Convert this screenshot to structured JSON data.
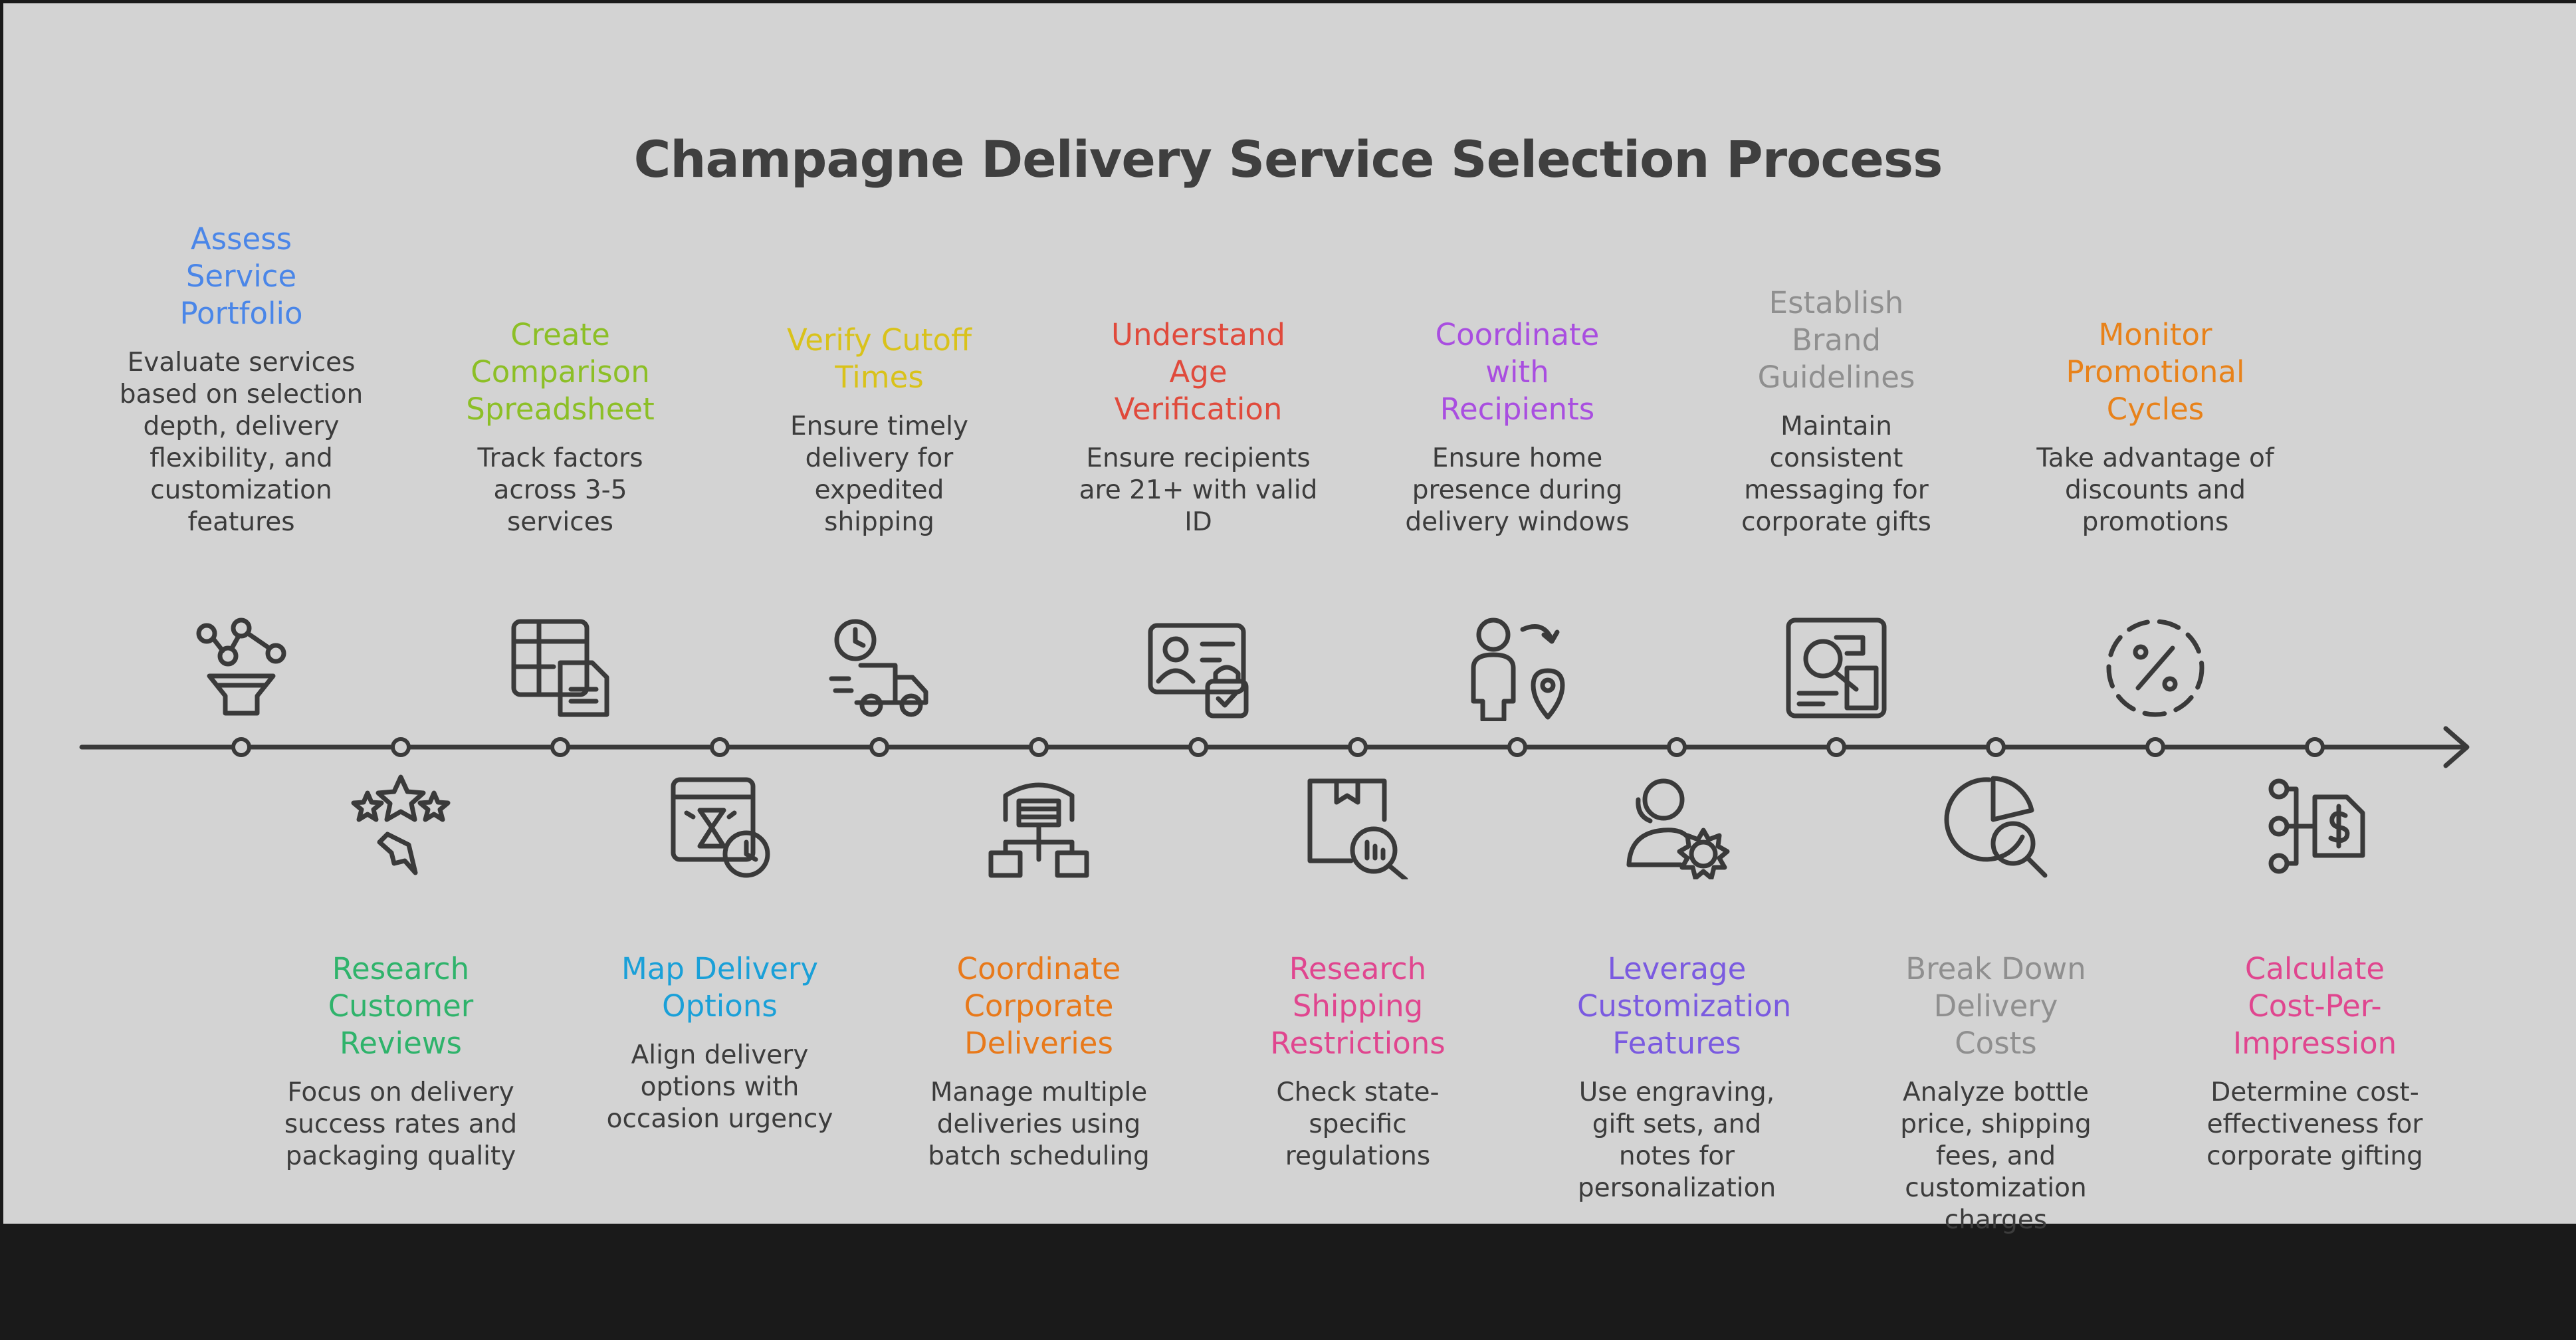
{
  "title": "Champagne Delivery Service Selection Process",
  "steps": [
    {
      "title": "Assess Service Portfolio",
      "description": "Evaluate services based on selection depth, delivery flexibility, and customization features",
      "color": "#4a86e8",
      "icon": "network-funnel-icon",
      "position": "top"
    },
    {
      "title": "Research Customer Reviews",
      "description": "Focus on delivery success rates and packaging quality",
      "color": "#2fb36b",
      "icon": "stars-review-icon",
      "position": "bottom"
    },
    {
      "title": "Create Comparison Spreadsheet",
      "description": "Track factors across 3-5 services",
      "color": "#8cbf26",
      "icon": "spreadsheet-icon",
      "position": "top"
    },
    {
      "title": "Map Delivery Options",
      "description": "Align delivery options with occasion urgency",
      "color": "#1aa0d8",
      "icon": "hourglass-clock-icon",
      "position": "bottom"
    },
    {
      "title": "Verify Cutoff Times",
      "description": "Ensure timely delivery for expedited shipping",
      "color": "#d9c21a",
      "icon": "delivery-truck-clock-icon",
      "position": "top"
    },
    {
      "title": "Coordinate Corporate Deliveries",
      "description": "Manage multiple deliveries using batch scheduling",
      "color": "#e8791a",
      "icon": "warehouse-network-icon",
      "position": "bottom"
    },
    {
      "title": "Understand Age Verification",
      "description": "Ensure recipients are 21+ with valid ID",
      "color": "#e04a3c",
      "icon": "id-card-lock-icon",
      "position": "top"
    },
    {
      "title": "Research Shipping Restrictions",
      "description": "Check state-specific regulations",
      "color": "#e0468f",
      "icon": "package-search-icon",
      "position": "bottom"
    },
    {
      "title": "Coordinate with Recipients",
      "description": "Ensure home presence during delivery windows",
      "color": "#a94ee0",
      "icon": "person-location-icon",
      "position": "top"
    },
    {
      "title": "Leverage Customization Features",
      "description": "Use engraving, gift sets, and notes for personalization",
      "color": "#7a5ae0",
      "icon": "person-gear-icon",
      "position": "bottom"
    },
    {
      "title": "Establish Brand Guidelines",
      "description": "Maintain consistent messaging for corporate gifts",
      "color": "#8f8f8f",
      "icon": "brand-board-icon",
      "position": "top"
    },
    {
      "title": "Break Down Delivery Costs",
      "description": "Analyze bottle price, shipping fees, and customization charges",
      "color": "#8f8f8f",
      "icon": "pie-chart-search-icon",
      "position": "bottom"
    },
    {
      "title": "Monitor Promotional Cycles",
      "description": "Take advantage of discounts and promotions",
      "color": "#e8821a",
      "icon": "percent-badge-icon",
      "position": "top"
    },
    {
      "title": "Calculate Cost-Per-Impression",
      "description": "Determine cost-effectiveness for corporate gifting",
      "color": "#e0468f",
      "icon": "cost-flow-icon",
      "position": "bottom"
    }
  ]
}
